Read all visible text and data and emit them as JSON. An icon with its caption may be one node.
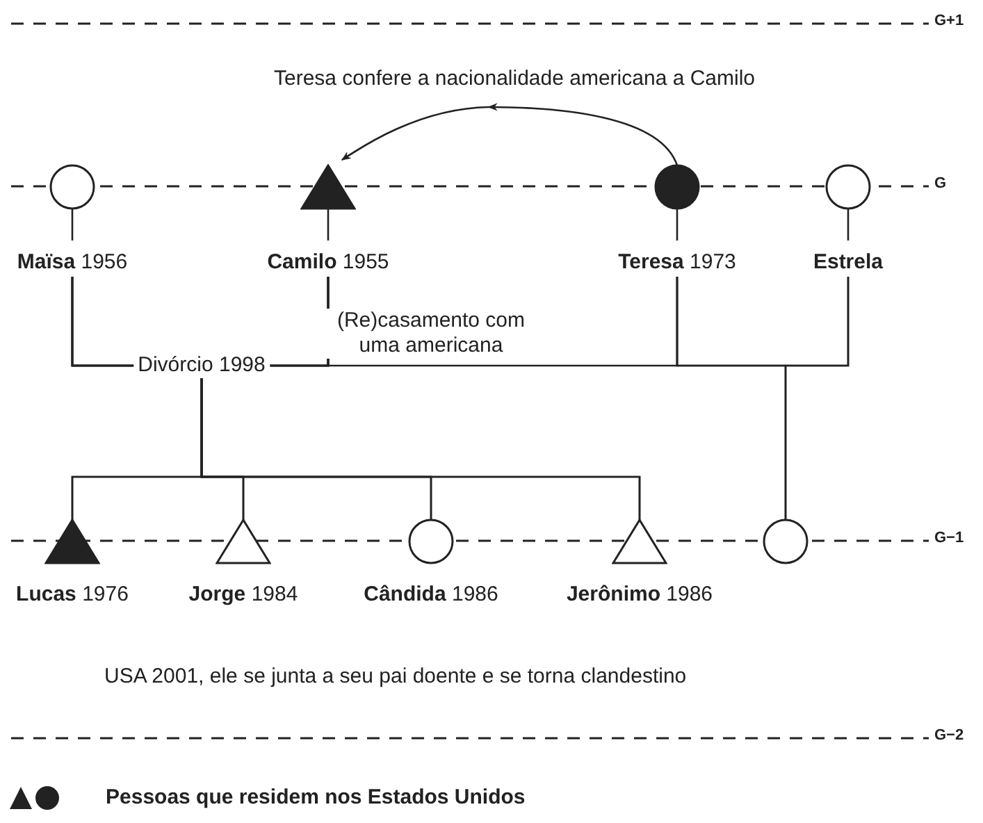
{
  "diagram": {
    "nodes": [
      {
        "text": [
          "**Maïsa** 1956"
        ]
      },
      {
        "text": [
          "**Camilo** 1955"
        ]
      },
      {
        "text": [
          "**Teresa** 1973"
        ]
      },
      {
        "text": [
          "**Estrela**"
        ]
      },
      {
        "text": [
          "**Lucas** 1976"
        ]
      },
      {
        "text": [
          "**Jorge** 1984"
        ]
      },
      {
        "text": [
          "**Cândida** 1986"
        ]
      },
      {
        "text": [
          "**Jerônimo** 1986"
        ]
      },
      {
        "text": [],
        "shape": "circle"
      }
    ],
    "edges": [
      {
        "from": 2,
        "to": 1,
        "arrow": "to",
        "label": "Teresa confere a nacionalidade americana a Camilo"
      },
      {
        "from": 0,
        "to": 1,
        "arrow": "none",
        "label": "Divórcio 1998"
      },
      {
        "from": 1,
        "to": 2,
        "arrow": "none",
        "label": "(Re)casamento com uma americana"
      },
      {
        "from": 2,
        "to": 3,
        "arrow": "none"
      },
      {
        "from": 0,
        "to": 4,
        "arrow": "none"
      },
      {
        "from": 0,
        "to": 5,
        "arrow": "none"
      },
      {
        "from": 0,
        "to": 6,
        "arrow": "none"
      },
      {
        "from": 0,
        "to": 7,
        "arrow": "none"
      },
      {
        "from": 1,
        "to": 4,
        "arrow": "none"
      },
      {
        "from": 1,
        "to": 5,
        "arrow": "none"
      },
      {
        "from": 1,
        "to": 6,
        "arrow": "none"
      },
      {
        "from": 1,
        "to": 7,
        "arrow": "none"
      },
      {
        "from": 2,
        "to": 8,
        "arrow": "none"
      },
      {
        "from": 3,
        "to": 8,
        "arrow": "none"
      }
    ],
    "labels": [
      "G+1",
      "G",
      "G−1",
      "USA 2001, ele se junta a seu pai doente e se torna clandestino",
      "G−2"
    ],
    "legend": [
      {
        "text": "Pessoas que residem nos Estados Unidos"
      }
    ]
  }
}
